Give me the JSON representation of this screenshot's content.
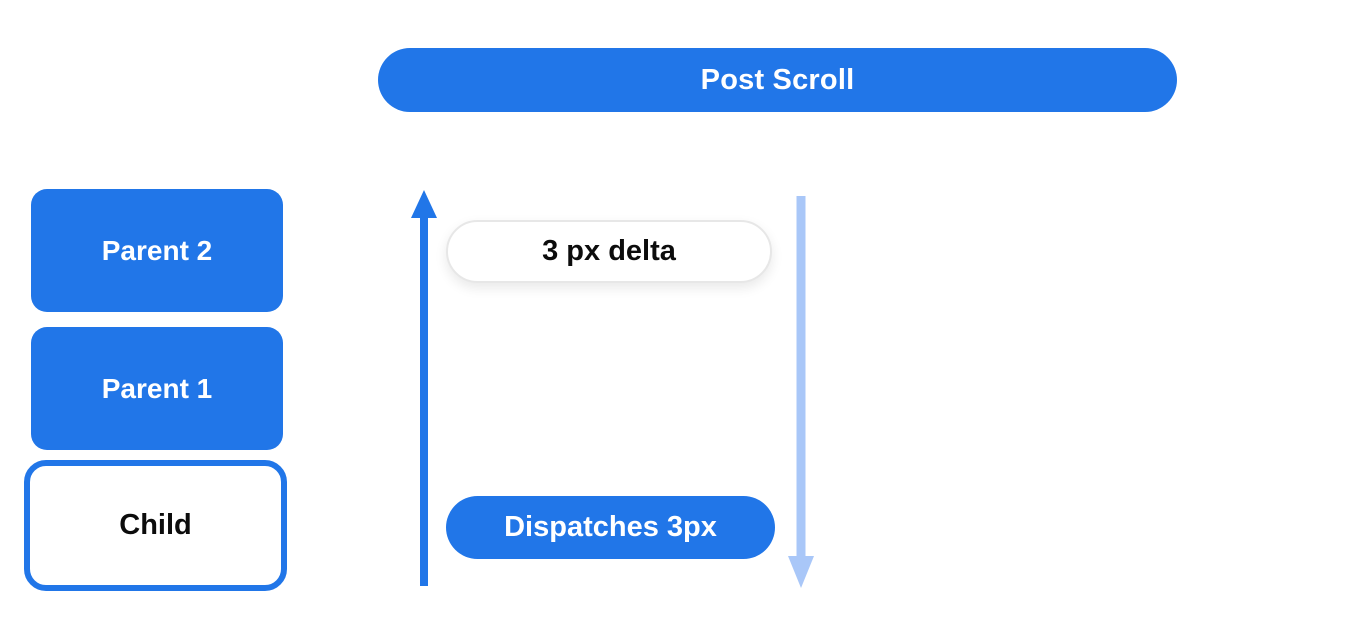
{
  "diagram": {
    "title_pill": "Post Scroll",
    "nodes": {
      "parent2": "Parent 2",
      "parent1": "Parent 1",
      "child": "Child"
    },
    "labels": {
      "delta_pill": "3 px delta",
      "dispatch_pill": "Dispatches 3px"
    },
    "icons": {
      "up_arrow": "arrow-up-icon",
      "down_arrow": "arrow-down-icon"
    }
  },
  "colors": {
    "blue": "#2176e8",
    "light-blue": "#a9c7f8",
    "pill-border": "#e7e7e7",
    "text-dark": "#0c0c0c",
    "text-light": "#ffffff",
    "bg": "#ffffff"
  }
}
